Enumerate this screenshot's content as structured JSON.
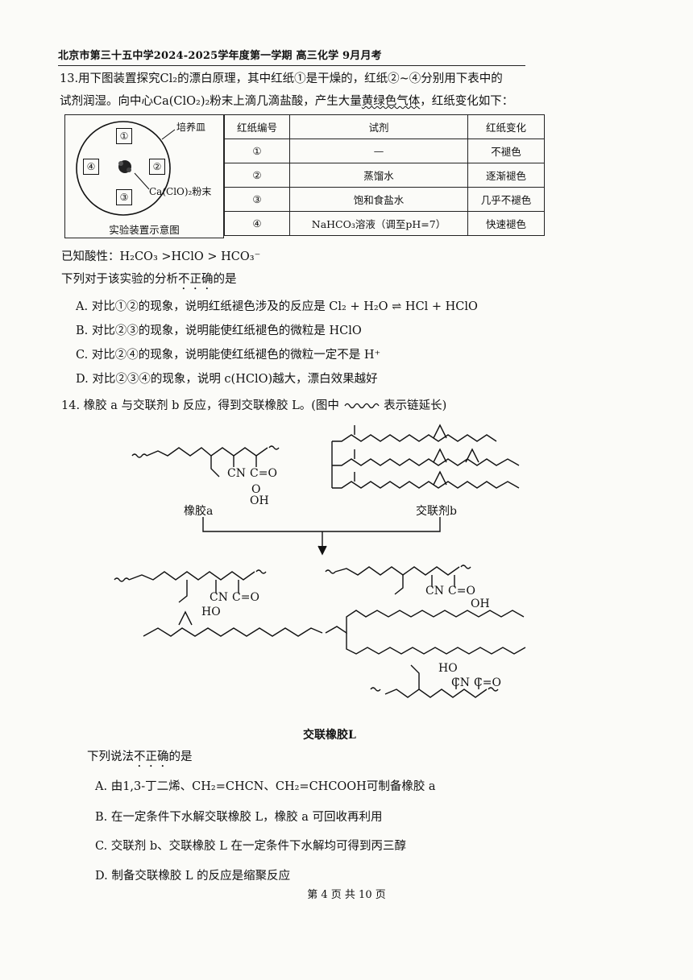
{
  "header": "北京市第三十五中学2024-2025学年度第一学期 高三化学 9月月考",
  "q13": {
    "line1": "13.用下图装置探究Cl₂的漂白原理，其中红纸①是干燥的，红纸②~④分别用下表中的",
    "line2_pre": "试剂润湿。向中心Ca(ClO₂)₂粉末上滴几滴盐酸，产生大量",
    "line2_wavy": "黄绿色气体",
    "line2_post": "，红纸变化如下：",
    "diagram": {
      "dish_label": "培养皿",
      "powder_label": "Ca(ClO)₂粉末",
      "caption": "实验装置示意图",
      "nums": [
        "①",
        "②",
        "③",
        "④"
      ]
    },
    "table": {
      "headers": [
        "红纸编号",
        "试剂",
        "红纸变化"
      ],
      "rows": [
        [
          "①",
          "—",
          "不褪色"
        ],
        [
          "②",
          "蒸馏水",
          "逐渐褪色"
        ],
        [
          "③",
          "饱和食盐水",
          "几乎不褪色"
        ],
        [
          "④",
          "NaHCO₃溶液（调至pH=7）",
          "快速褪色"
        ]
      ]
    },
    "known": "已知酸性：H₂CO₃ >HClO > HCO₃⁻",
    "ask_pre": "下列对于该实验的分析",
    "ask_emph": "不正确",
    "ask_post": "的是",
    "options": [
      "A. 对比①②的现象，说明红纸褪色涉及的反应是 Cl₂ + H₂O ⇌ HCl + HClO",
      "B. 对比②③的现象，说明能使红纸褪色的微粒是 HClO",
      "C. 对比②④的现象，说明能使红纸褪色的微粒一定不是 H⁺",
      "D. 对比②③④的现象，说明 c(HClO)越大，漂白效果越好"
    ]
  },
  "q14": {
    "stem_pre": "14. 橡胶 a 与交联剂 b 反应，得到交联橡胶 L。(图中",
    "stem_post": "表示链延长)",
    "label_a": "橡胶a",
    "label_b": "交联剂b",
    "label_L": "交联橡胶L",
    "atoms": {
      "cn": "CN",
      "c_eq_o": "C=O",
      "o": "O",
      "oh": "OH",
      "ho": "HO"
    },
    "ask_pre": "下列说法",
    "ask_emph": "不正确",
    "ask_post": "的是",
    "options": [
      "A. 由1,3-丁二烯、CH₂=CHCN、CH₂=CHCOOH可制备橡胶 a",
      "B. 在一定条件下水解交联橡胶 L，橡胶 a 可回收再利用",
      "C. 交联剂 b、交联橡胶 L 在一定条件下水解均可得到丙三醇",
      "D. 制备交联橡胶 L 的反应是缩聚反应"
    ]
  },
  "footer": "第 4 页 共 10 页"
}
